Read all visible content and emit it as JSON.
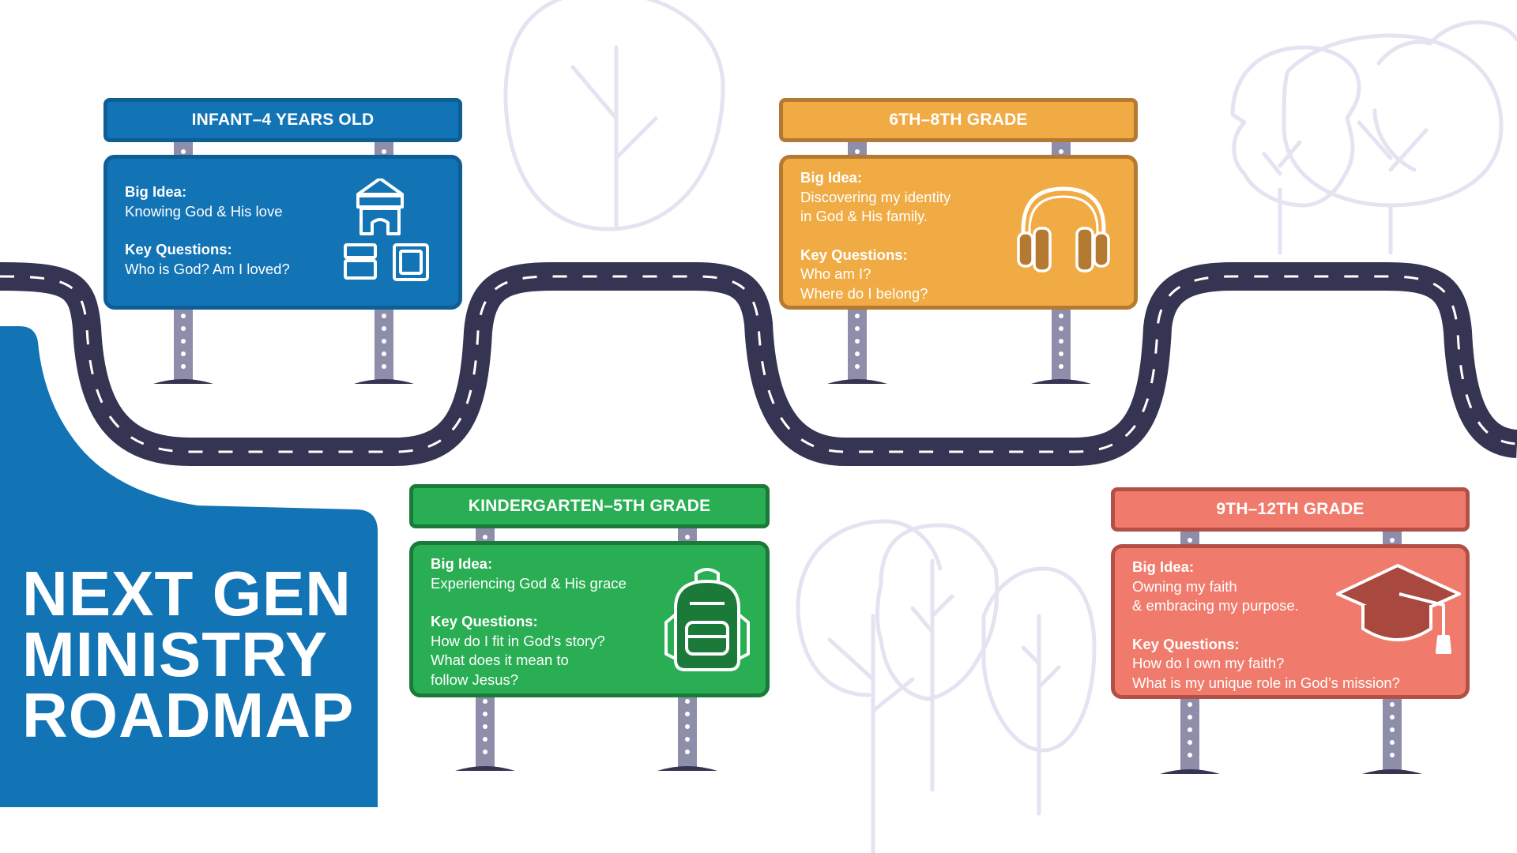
{
  "title": {
    "line1": "NEXT GEN",
    "line2": "MINISTRY",
    "line3": "ROADMAP"
  },
  "colors": {
    "blue": "#1273b5",
    "orange": "#f0ab45",
    "green": "#29ae53",
    "salmon": "#f07b6c",
    "road": "#353553",
    "tree_outline": "#e4e3f1"
  },
  "stages": [
    {
      "header": "INFANT–4 YEARS OLD",
      "big_idea_label": "Big Idea:",
      "big_idea_lines": [
        "Knowing God & His love"
      ],
      "key_questions_label": "Key Questions:",
      "question_lines": [
        "Who is God? Am I loved?"
      ],
      "icon": "building-blocks-icon"
    },
    {
      "header": "6TH–8TH GRADE",
      "big_idea_label": "Big Idea:",
      "big_idea_lines": [
        "Discovering my identity",
        "in God & His family."
      ],
      "key_questions_label": "Key Questions:",
      "question_lines": [
        "Who am I?",
        "Where do I belong?"
      ],
      "icon": "headphones-icon"
    },
    {
      "header": "KINDERGARTEN–5TH GRADE",
      "big_idea_label": "Big Idea:",
      "big_idea_lines": [
        "Experiencing God & His grace"
      ],
      "key_questions_label": "Key Questions:",
      "question_lines": [
        "How do I fit in God’s story?",
        "What does it mean to",
        "follow Jesus?"
      ],
      "icon": "backpack-icon"
    },
    {
      "header": "9TH–12TH GRADE",
      "big_idea_label": "Big Idea:",
      "big_idea_lines": [
        "Owning my faith",
        "& embracing my purpose."
      ],
      "key_questions_label": "Key Questions:",
      "question_lines": [
        "How do I own my faith?",
        "What is my unique role in God’s mission?"
      ],
      "icon": "graduation-cap-icon"
    }
  ]
}
